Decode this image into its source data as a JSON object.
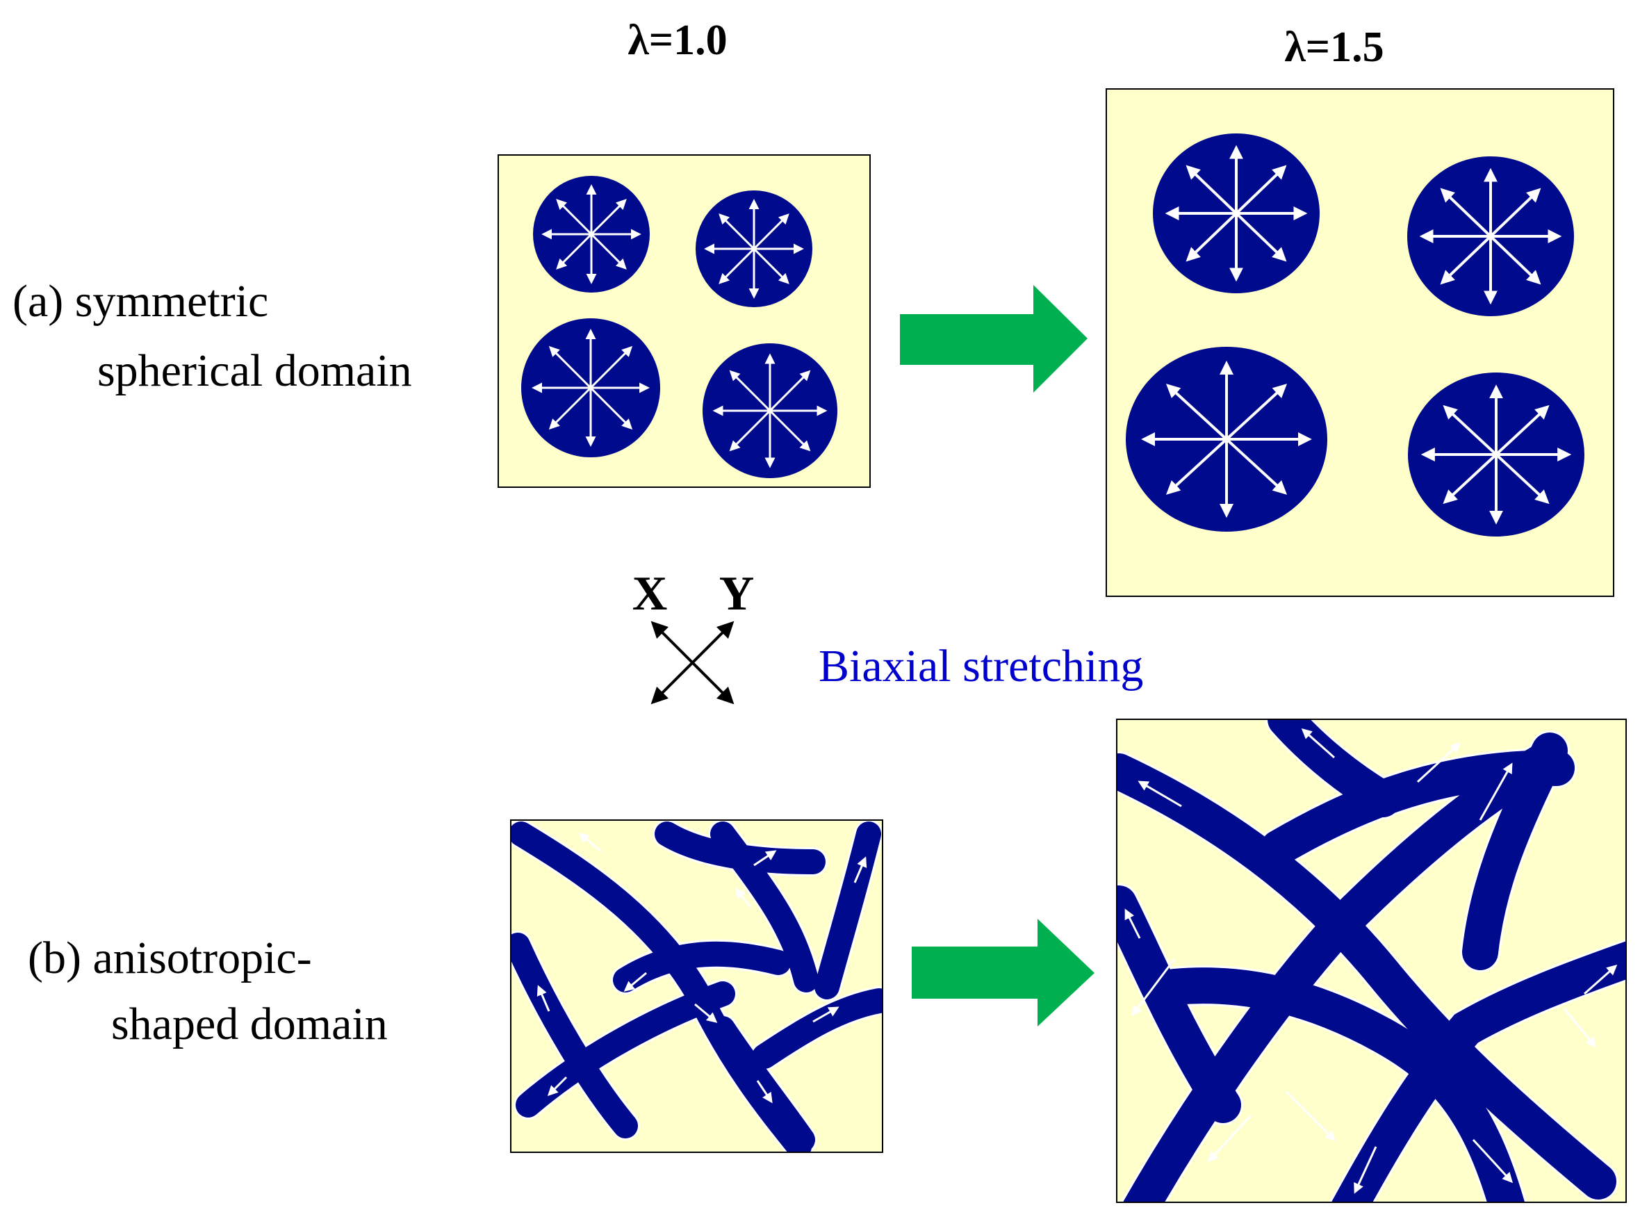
{
  "labels": {
    "lambda_initial": "λ=1.0",
    "lambda_stretched": "λ=1.5",
    "row_a_line1": "(a) symmetric",
    "row_a_line2": "spherical domain",
    "row_b_line1": "(b) anisotropic-",
    "row_b_line2": "shaped domain",
    "axis_x": "X",
    "axis_y": "Y",
    "process": "Biaxial stretching"
  },
  "colors": {
    "box_fill": "#ffffcc",
    "domain_fill": "#000a8c",
    "arrow_white": "#ffffff",
    "transition_arrow": "#00b050",
    "process_text": "#0000cc"
  },
  "icons": {
    "transition": "right-arrow-icon",
    "axes": "crossed-double-arrows-icon"
  }
}
